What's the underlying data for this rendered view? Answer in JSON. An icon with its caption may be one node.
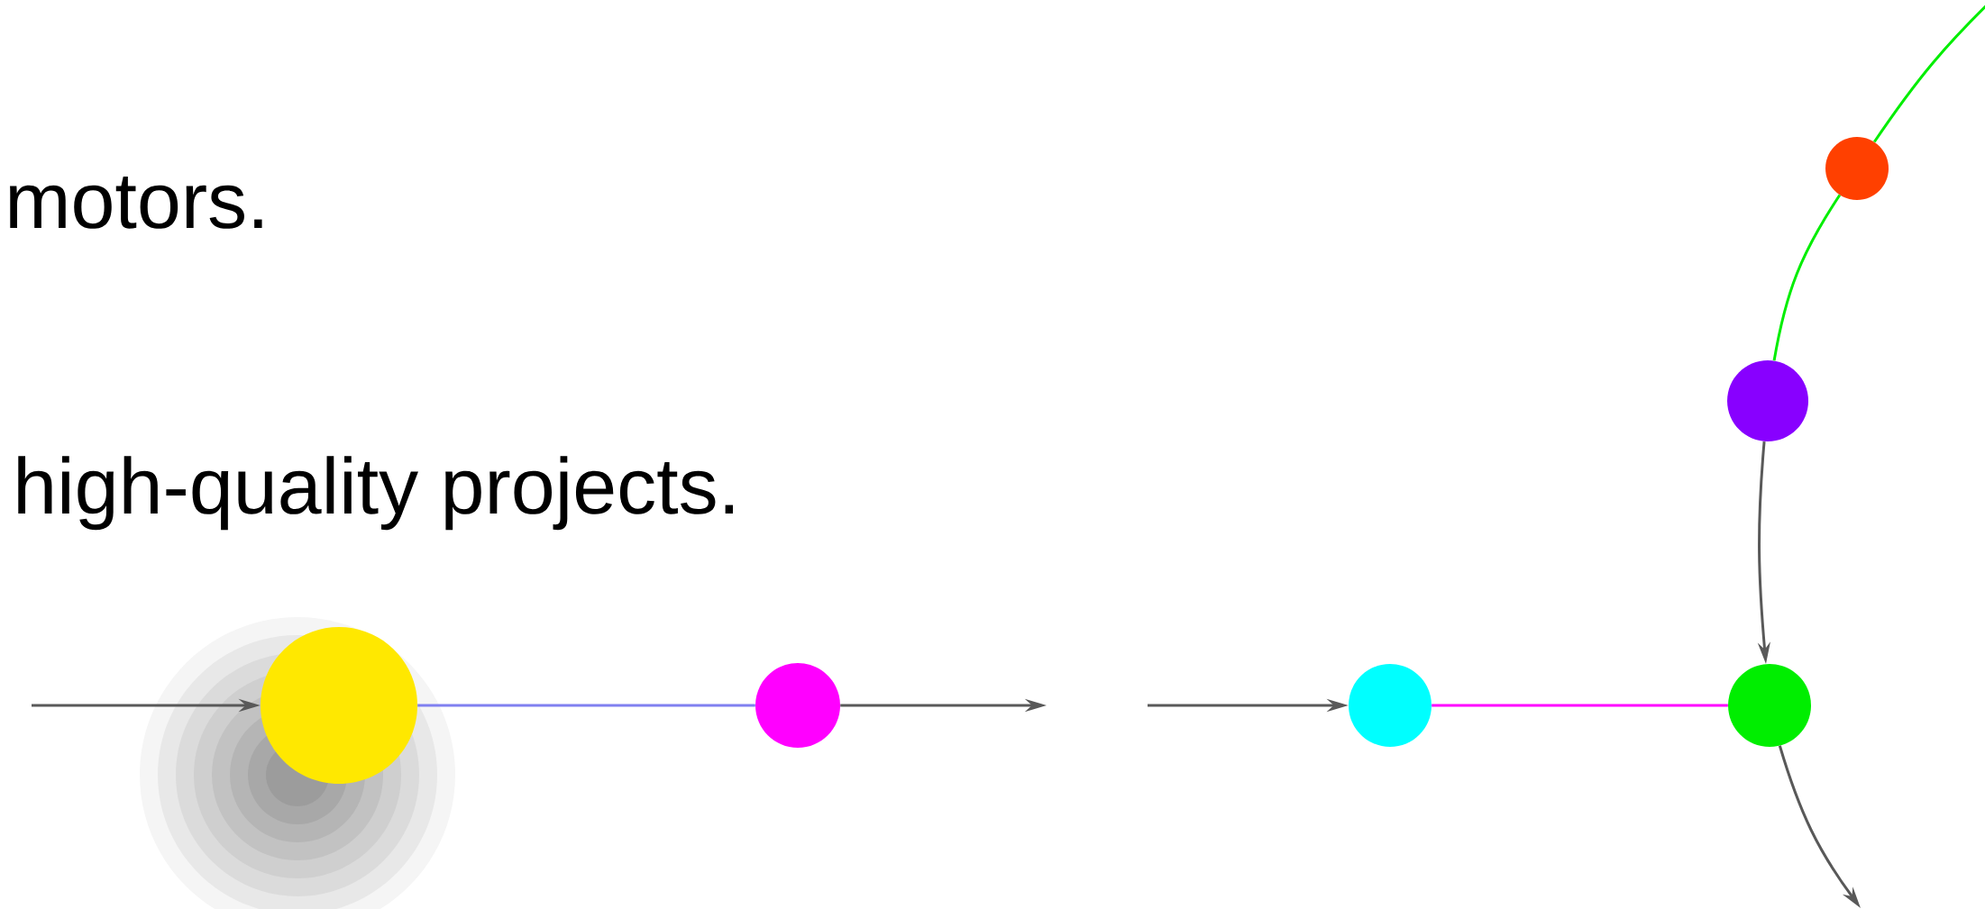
{
  "diagram": {
    "nodes": [
      {
        "text": [],
        "shape": "circle"
      },
      {
        "text": [],
        "shape": "circle"
      },
      {
        "text": [],
        "shape": "circle"
      },
      {
        "text": [],
        "shape": "circle"
      },
      {
        "text": [],
        "shape": "circle"
      },
      {
        "text": [],
        "shape": "circle"
      }
    ],
    "edges": [
      {
        "from": null,
        "to": 0,
        "arrow": "to"
      },
      {
        "from": 0,
        "to": 1,
        "arrow": "none",
        "color": "#8080f0"
      },
      {
        "from": 1,
        "to": null,
        "arrow": "to"
      },
      {
        "from": null,
        "to": 2,
        "arrow": "to"
      },
      {
        "from": 2,
        "to": 3,
        "arrow": "none",
        "color": "#ff00ff"
      },
      {
        "from": 4,
        "to": 3,
        "arrow": "to"
      },
      {
        "from": 3,
        "to": null,
        "arrow": "to"
      },
      {
        "from": 4,
        "to": 5,
        "arrow": "none",
        "color": "#00ee00"
      },
      {
        "from": 5,
        "to": null,
        "arrow": "none",
        "color": "#00ee00"
      }
    ],
    "labels": [
      "motors.",
      "high-quality projects."
    ]
  }
}
